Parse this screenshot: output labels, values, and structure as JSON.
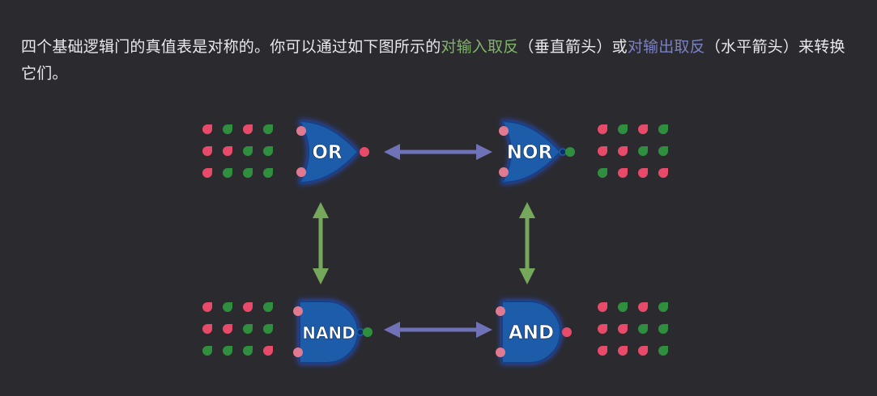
{
  "text": {
    "part1": "四个基础逻辑门的真值表是对称的。你可以通过如下图所示的",
    "hl_inputs": "对输入取反",
    "part2": "（垂直箭头）或",
    "hl_outputs": "对输出取反",
    "part3": "（水平箭头）来转换它们。"
  },
  "colors": {
    "background": "#2b2a2f",
    "text": "#e9e9ec",
    "green_highlight": "#7fb36a",
    "blue_highlight": "#7a80c4",
    "gate_fill": "#1d5ca8",
    "gate_glow": "#1f58ff",
    "pin_red": "#e84a6a",
    "pin_pink": "#e07a90",
    "pin_green": "#2f8f3f",
    "arrow_horizontal": "#6f72b6",
    "arrow_vertical": "#76a85c"
  },
  "gates": [
    {
      "name": "or",
      "label": "OR",
      "inverted_output": false,
      "truth_table": [
        [
          "red",
          "green",
          "red",
          "green"
        ],
        [
          "red",
          "red",
          "green",
          "green"
        ],
        [
          "red",
          "green",
          "green",
          "green"
        ]
      ]
    },
    {
      "name": "nor",
      "label": "NOR",
      "inverted_output": true,
      "truth_table": [
        [
          "red",
          "green",
          "red",
          "green"
        ],
        [
          "red",
          "red",
          "green",
          "green"
        ],
        [
          "green",
          "red",
          "red",
          "red"
        ]
      ]
    },
    {
      "name": "nand",
      "label": "NAND",
      "inverted_output": true,
      "truth_table": [
        [
          "red",
          "green",
          "red",
          "green"
        ],
        [
          "red",
          "red",
          "green",
          "green"
        ],
        [
          "green",
          "green",
          "green",
          "red"
        ]
      ]
    },
    {
      "name": "and",
      "label": "AND",
      "inverted_output": false,
      "truth_table": [
        [
          "red",
          "green",
          "red",
          "green"
        ],
        [
          "red",
          "red",
          "green",
          "green"
        ],
        [
          "red",
          "red",
          "red",
          "green"
        ]
      ]
    }
  ]
}
